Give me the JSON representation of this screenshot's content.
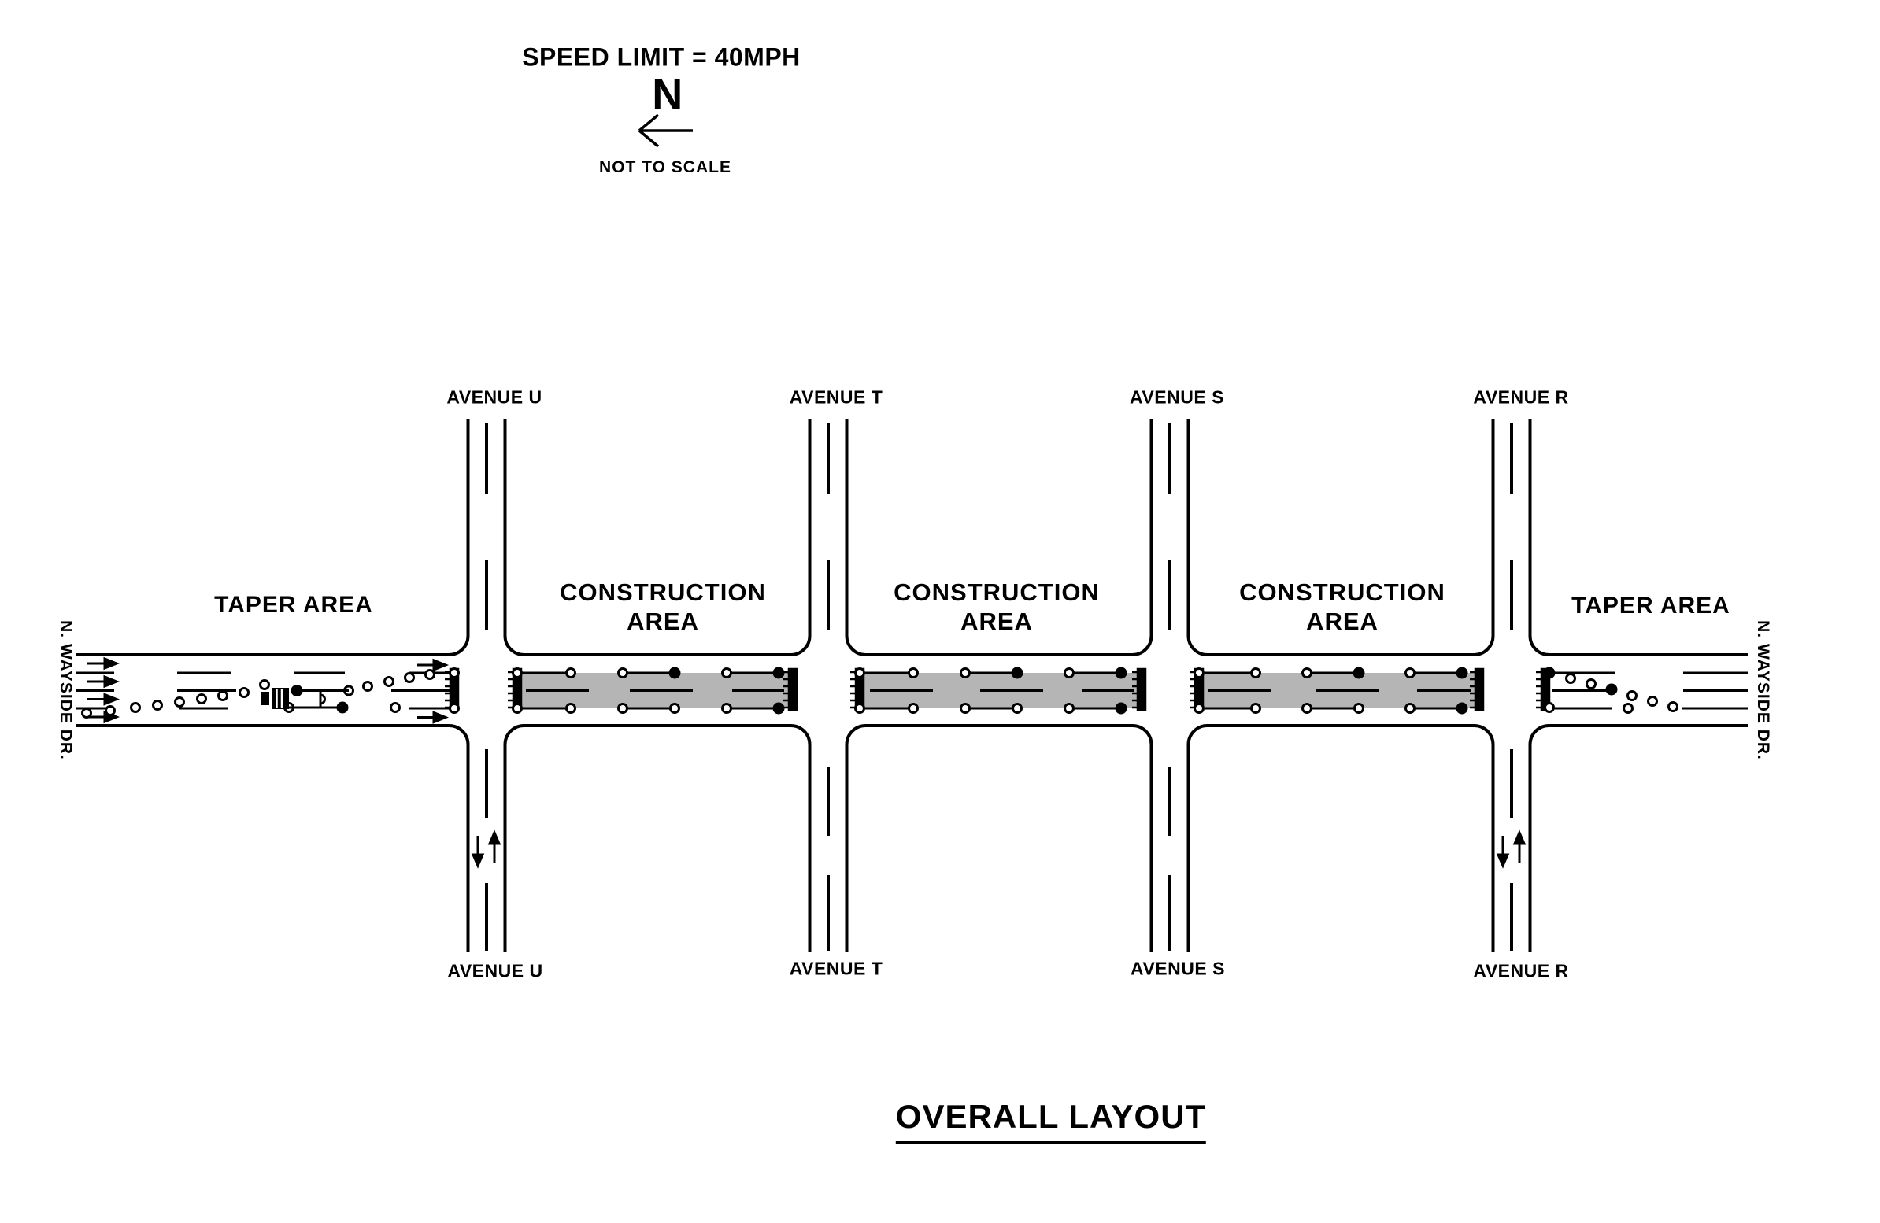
{
  "header": {
    "speed_limit": "SPEED LIMIT = 40MPH",
    "north_label": "N",
    "scale_note": "NOT TO SCALE"
  },
  "title": "OVERALL LAYOUT",
  "street": {
    "label_left": "N. WAYSIDE DR.",
    "label_right": "N. WAYSIDE DR."
  },
  "avenues": [
    {
      "label": "AVENUE U"
    },
    {
      "label": "AVENUE T"
    },
    {
      "label": "AVENUE S"
    },
    {
      "label": "AVENUE R"
    }
  ],
  "areas": {
    "taper_left": "TAPER AREA",
    "taper_right": "TAPER AREA",
    "construction_line1": "CONSTRUCTION",
    "construction_line2": "AREA"
  },
  "colors": {
    "line": "#000000",
    "construction_fill": "#b5b5b5",
    "background": "#ffffff"
  }
}
